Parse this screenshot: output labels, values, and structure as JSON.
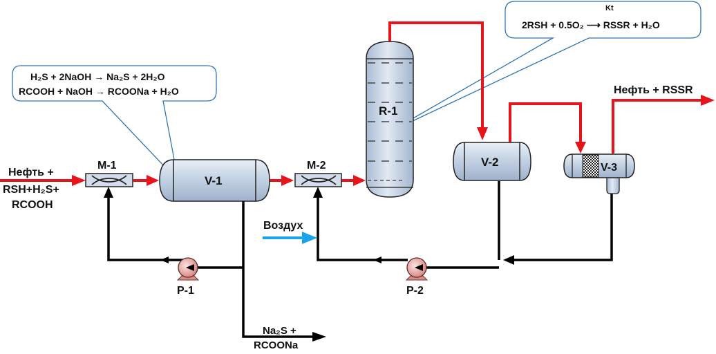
{
  "equipment": {
    "m1": "M-1",
    "m2": "M-2",
    "v1": "V-1",
    "v2": "V-2",
    "v3": "V-3",
    "r1": "R-1",
    "p1": "P-1",
    "p2": "P-2"
  },
  "streams": {
    "feed_line1": "Нефть +",
    "feed_line2": "RSH+H₂S+",
    "feed_line3": "RCOOH",
    "air": "Воздух",
    "product": "Нефть + RSSR",
    "waste_line1": "Na₂S +",
    "waste_line2": "RCOONa"
  },
  "callouts": {
    "caustic_eq1": "H₂S + 2NaOH  →  Na₂S + 2H₂O",
    "caustic_eq2": "RCOOH + NaOH  →  RCOONa + H₂O",
    "oxidation_catalyst": "Kt",
    "oxidation_eq": "2RSH + 0.5O₂  ⟶  RSSR + H₂O"
  },
  "colors": {
    "hydrocarbon_line": "#e8141b",
    "caustic_line": "#000000",
    "air_line": "#1aa3e8",
    "callout_border": "#2e75b6",
    "vessel_fill": "#c9d6e6",
    "pump_fill": "#e39a96"
  }
}
